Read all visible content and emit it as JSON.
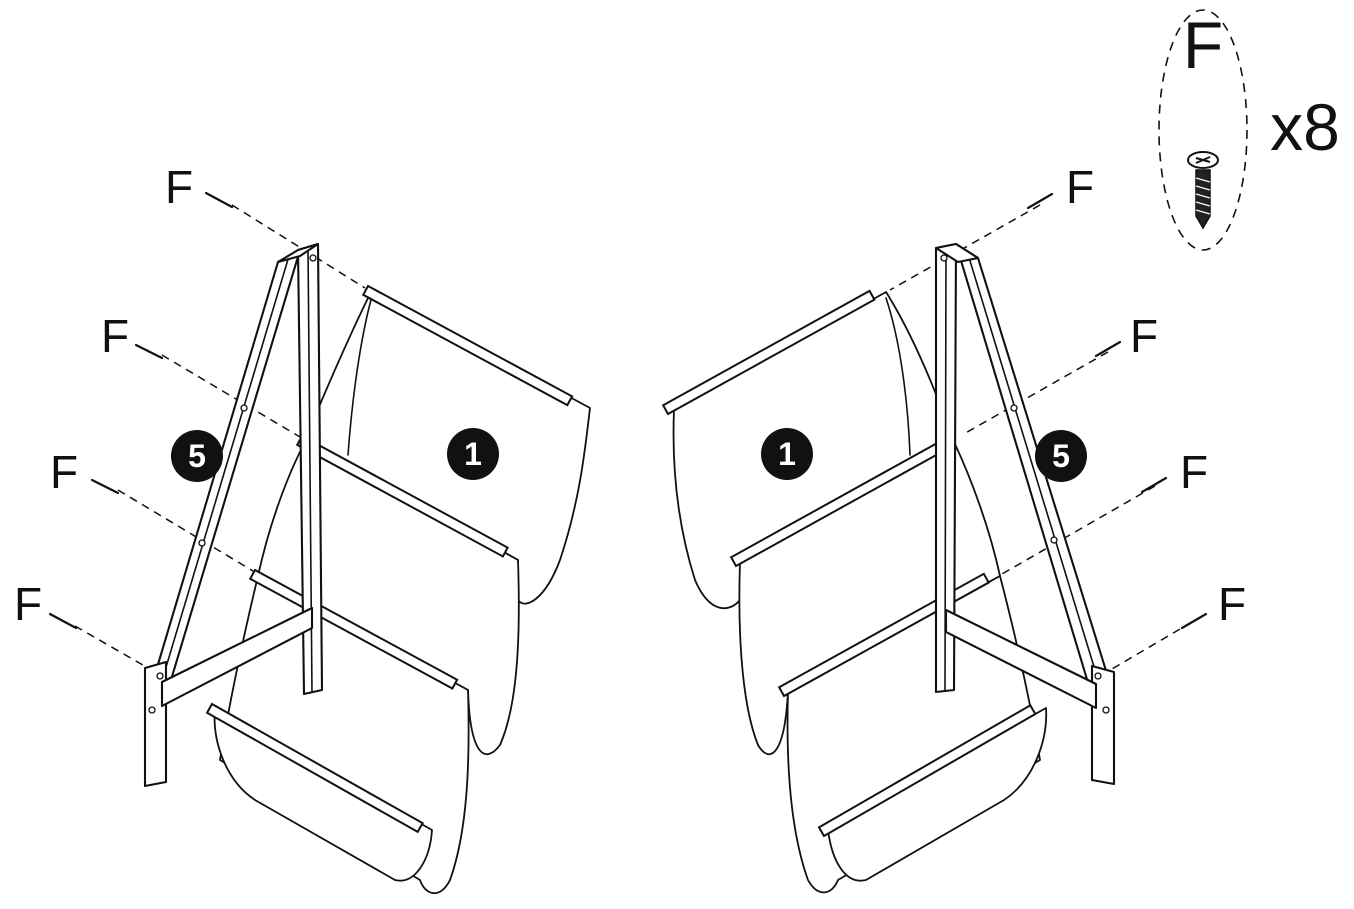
{
  "parts_callout": {
    "letter": "F",
    "quantity": "x8",
    "icon": "screw-icon"
  },
  "screw_labels": {
    "left": [
      "F",
      "F",
      "F",
      "F"
    ],
    "right": [
      "F",
      "F",
      "F",
      "F"
    ]
  },
  "part_badges": {
    "left_frame": "5",
    "left_fabric": "1",
    "right_fabric": "1",
    "right_frame": "5"
  },
  "colors": {
    "ink": "#111111",
    "background": "#ffffff"
  }
}
